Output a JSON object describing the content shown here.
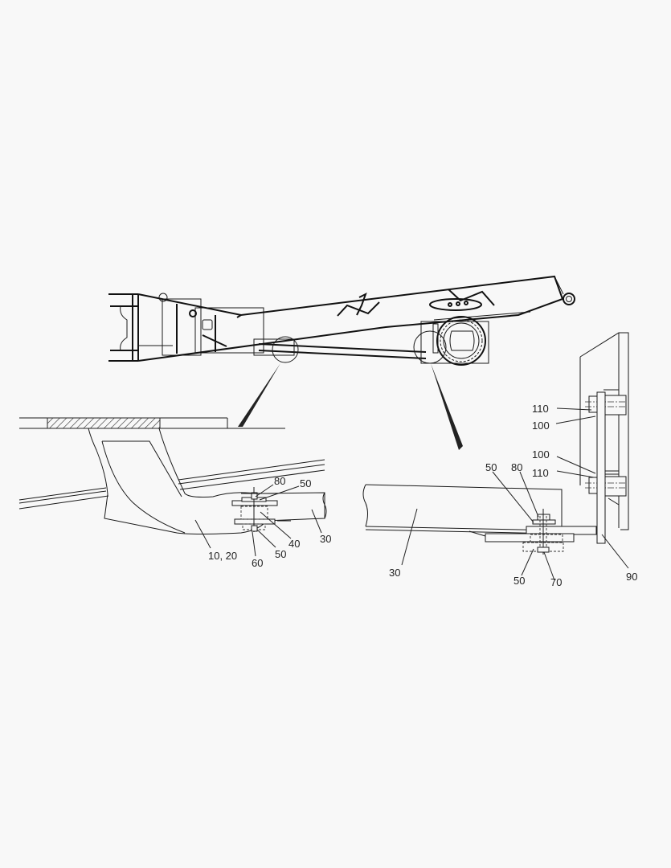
{
  "diagram": {
    "title": "Boom assembly with detail views",
    "background": "#f8f8f8",
    "line_color": "#1a1a1a",
    "detail_left": {
      "callouts": [
        {
          "id": "c80",
          "text": "80"
        },
        {
          "id": "c50a",
          "text": "50"
        },
        {
          "id": "c40",
          "text": "40"
        },
        {
          "id": "c30",
          "text": "30"
        },
        {
          "id": "c1020",
          "text": "10, 20"
        },
        {
          "id": "c50b",
          "text": "50"
        },
        {
          "id": "c60",
          "text": "60"
        }
      ]
    },
    "detail_right": {
      "callouts": [
        {
          "id": "c110a",
          "text": "110"
        },
        {
          "id": "c100a",
          "text": "100"
        },
        {
          "id": "c100b",
          "text": "100"
        },
        {
          "id": "c110b",
          "text": "110"
        },
        {
          "id": "c50a",
          "text": "50"
        },
        {
          "id": "c80",
          "text": "80"
        },
        {
          "id": "c30",
          "text": "30"
        },
        {
          "id": "c50b",
          "text": "50"
        },
        {
          "id": "c70",
          "text": "70"
        },
        {
          "id": "c90",
          "text": "90"
        }
      ]
    }
  }
}
